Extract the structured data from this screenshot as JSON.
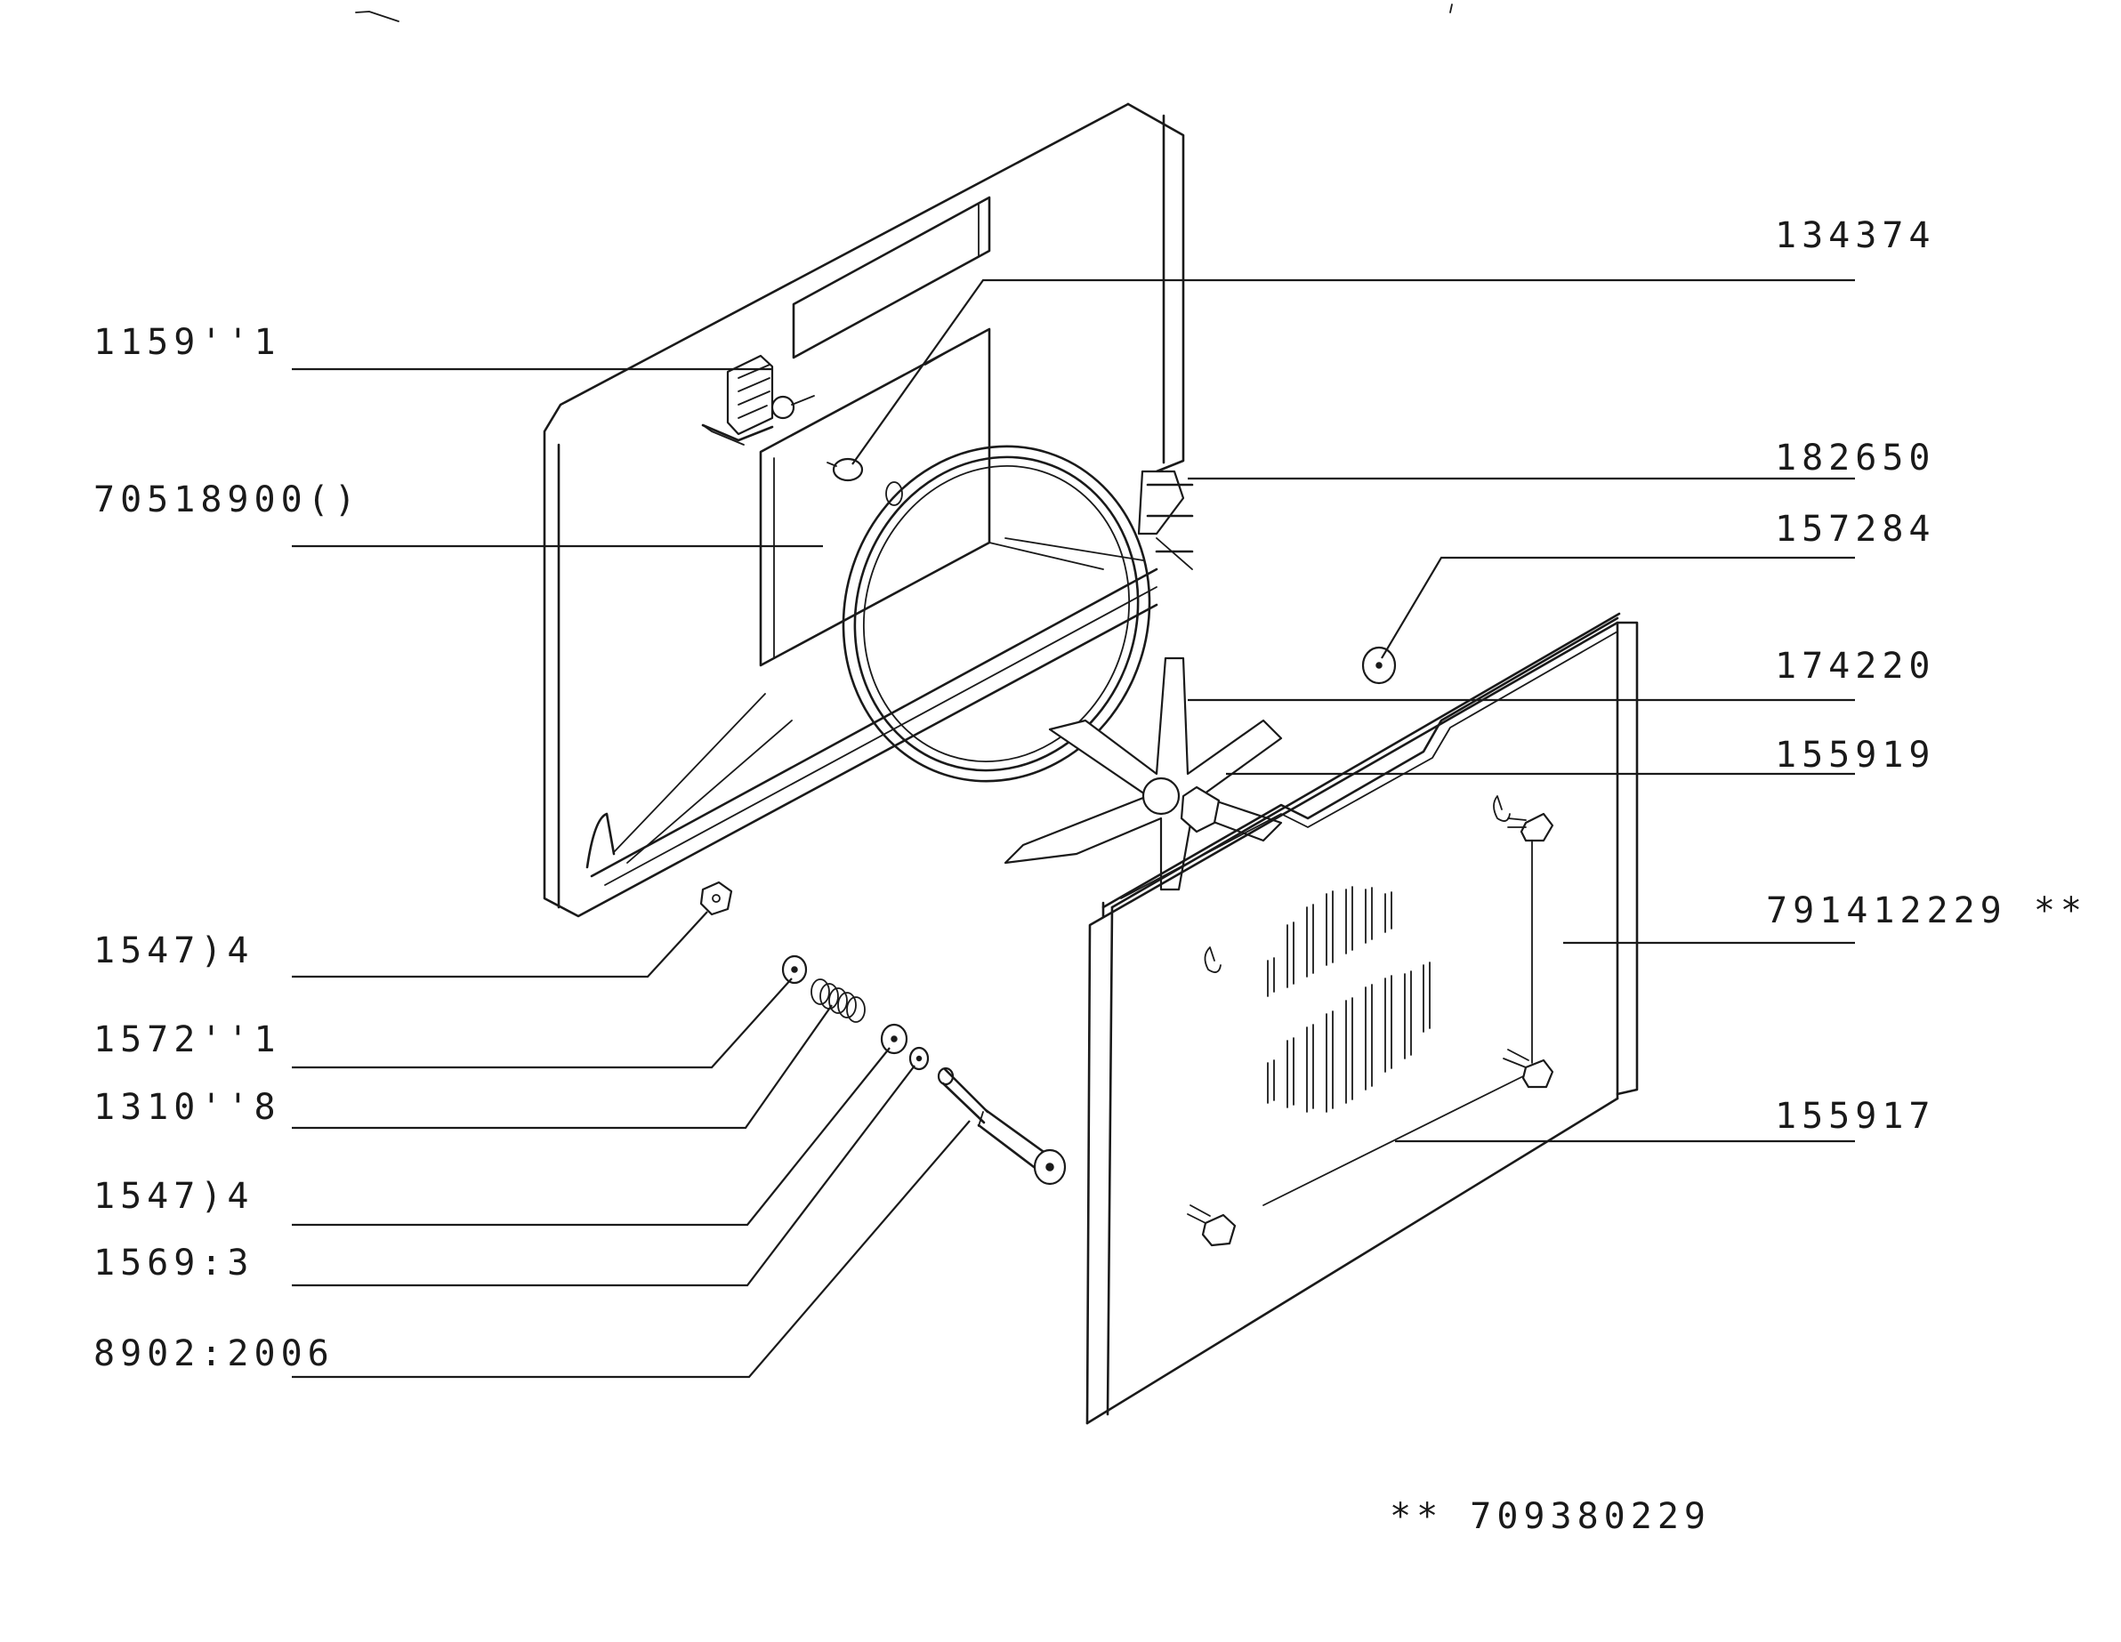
{
  "labels": {
    "p115971": "1159''1",
    "p705189000": "70518900()",
    "p154794_a": "1547)4",
    "p157271": "1572''1",
    "p131078": "1310''8",
    "p154794_b": "1547)4",
    "p156933": "1569:3",
    "p890232006": "8902:2006",
    "p134374": "134374",
    "p182650": "182650",
    "p157284": "157284",
    "p174220": "174220",
    "p155919": "155919",
    "p791412229": "791412229 **",
    "p155917": "155917"
  },
  "footnote": "** 709380229"
}
